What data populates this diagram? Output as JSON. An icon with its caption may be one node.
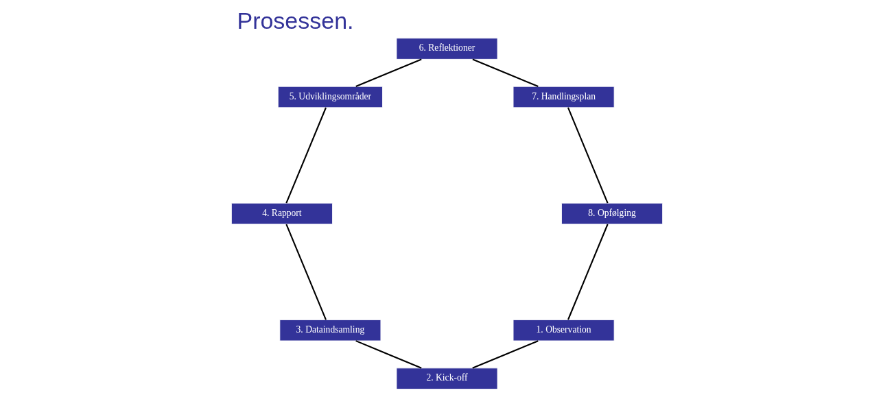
{
  "diagram": {
    "title": "Prosessen.",
    "nodes": [
      {
        "text": [
          "1. Observation"
        ]
      },
      {
        "text": [
          "2. Kick-off"
        ]
      },
      {
        "text": [
          "3. Dataindsamling"
        ]
      },
      {
        "text": [
          "4. Rapport"
        ]
      },
      {
        "text": [
          "5. Udviklingsområder"
        ]
      },
      {
        "text": [
          "6. Reflektioner"
        ]
      },
      {
        "text": [
          "7. Handlingsplan"
        ]
      },
      {
        "text": [
          "8. Opfølging"
        ]
      }
    ],
    "edges": [
      {
        "from": 0,
        "to": 1,
        "arrow": "none"
      },
      {
        "from": 1,
        "to": 2,
        "arrow": "none"
      },
      {
        "from": 2,
        "to": 3,
        "arrow": "none"
      },
      {
        "from": 3,
        "to": 4,
        "arrow": "none"
      },
      {
        "from": 4,
        "to": 5,
        "arrow": "none"
      },
      {
        "from": 5,
        "to": 6,
        "arrow": "none"
      },
      {
        "from": 6,
        "to": 7,
        "arrow": "none"
      },
      {
        "from": 7,
        "to": 0,
        "arrow": "none"
      }
    ]
  }
}
